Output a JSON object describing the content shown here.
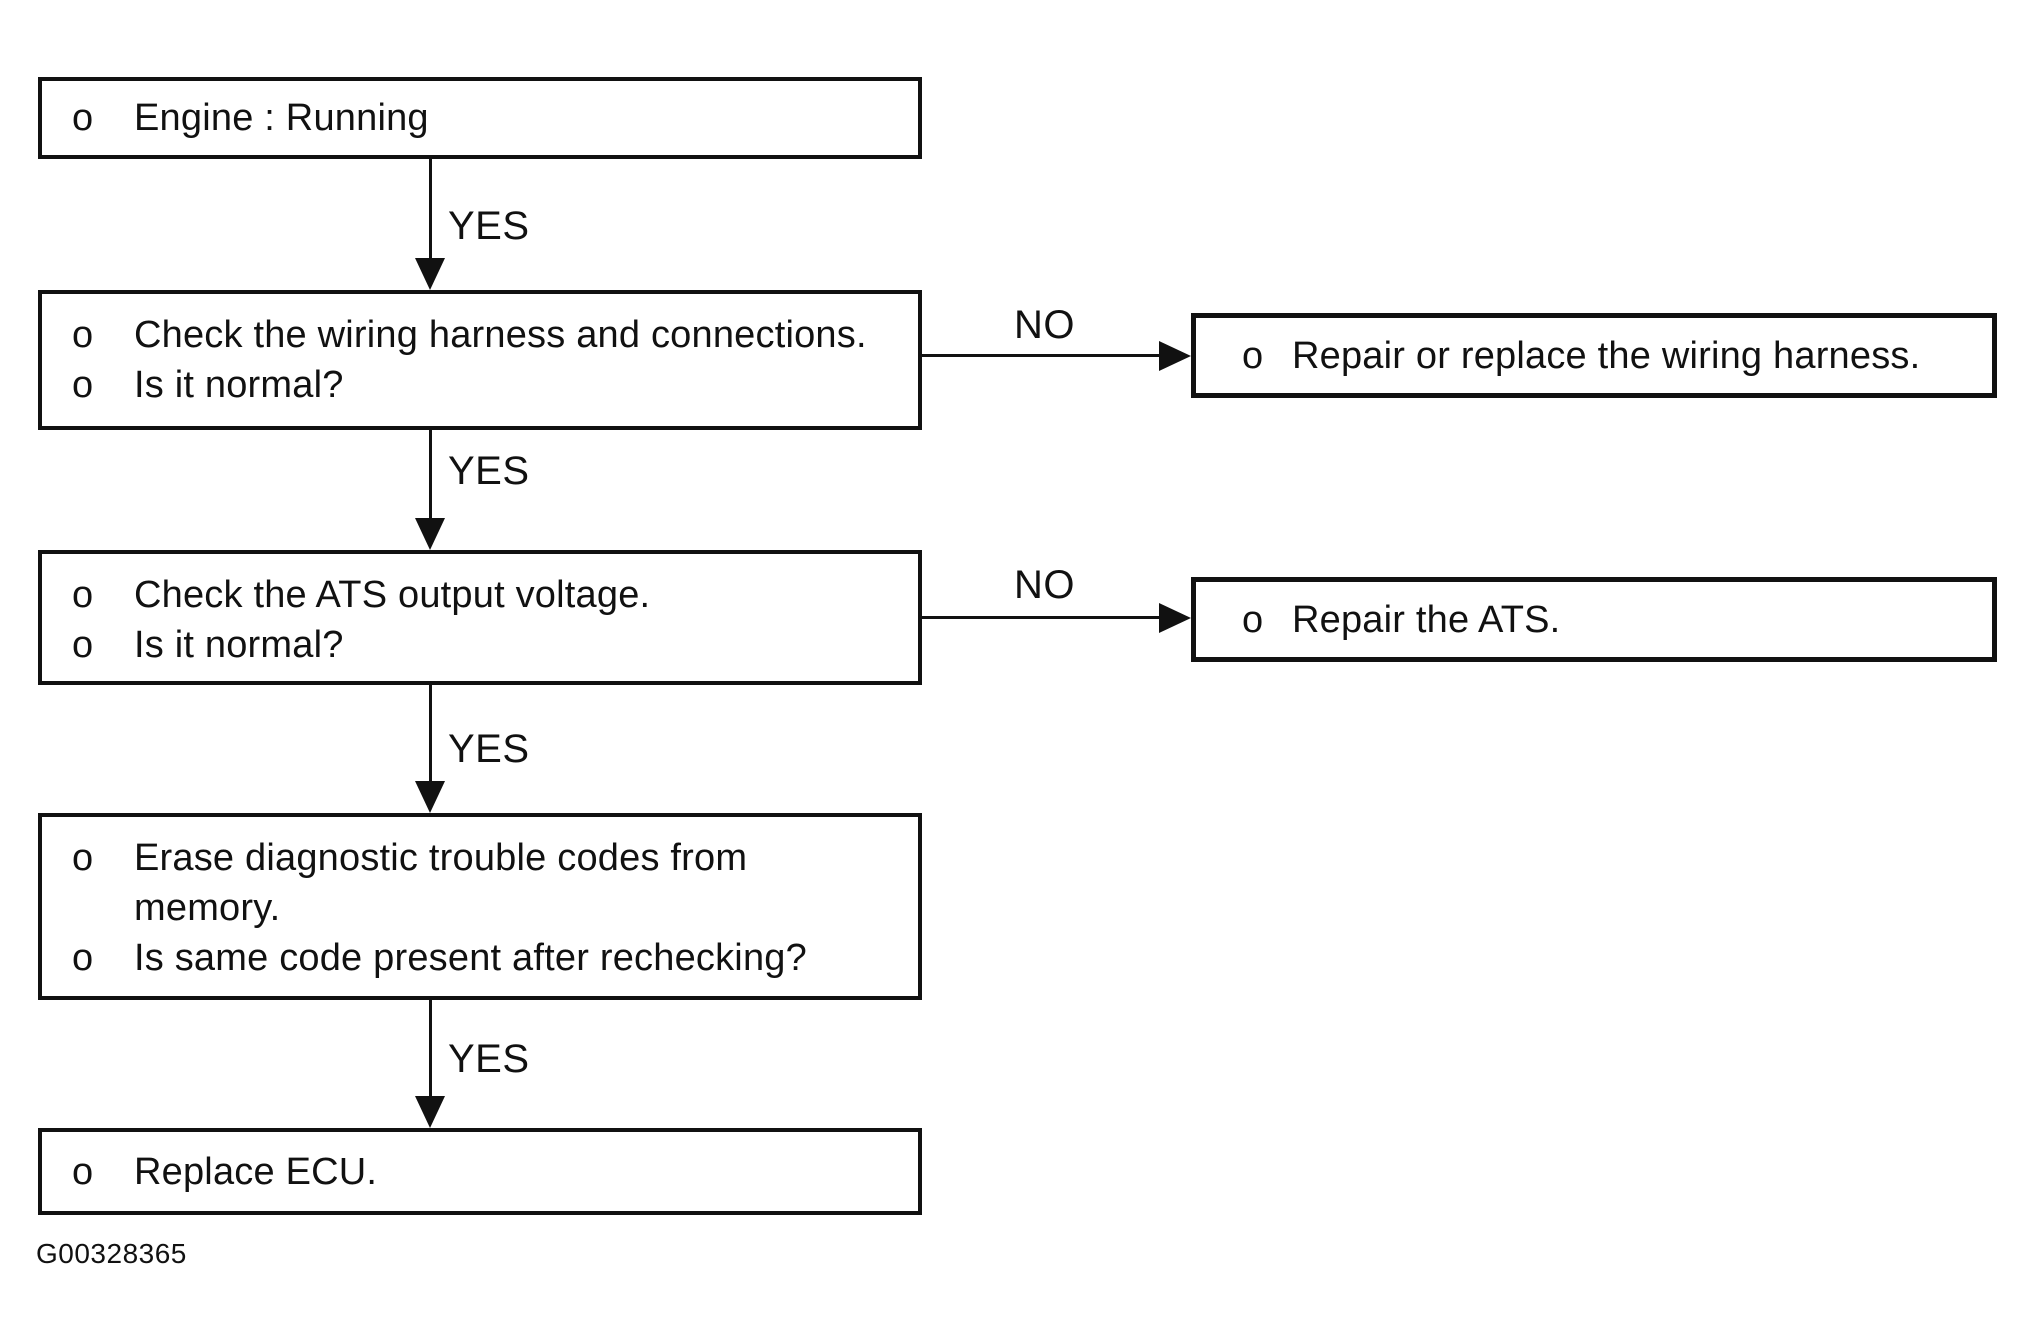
{
  "figure_label": "G00328365",
  "bullet_char": "o",
  "colors": {
    "ink": "#111111",
    "background": "#ffffff"
  },
  "chart_type": "flowchart",
  "nodes": {
    "engine": {
      "rows": [
        {
          "bullet": true,
          "text": "Engine : Running"
        }
      ]
    },
    "check_wiring": {
      "rows": [
        {
          "bullet": true,
          "text": "Check the wiring harness and connections."
        },
        {
          "bullet": true,
          "text": "Is it normal?"
        }
      ]
    },
    "repair_wiring": {
      "rows": [
        {
          "bullet": true,
          "text": "Repair or replace the wiring harness."
        }
      ]
    },
    "check_ats": {
      "rows": [
        {
          "bullet": true,
          "text": "Check the ATS output voltage."
        },
        {
          "bullet": true,
          "text": "Is it normal?"
        }
      ]
    },
    "repair_ats": {
      "rows": [
        {
          "bullet": true,
          "text": "Repair the ATS."
        }
      ]
    },
    "erase_codes": {
      "rows": [
        {
          "bullet": true,
          "text": "Erase diagnostic trouble codes from"
        },
        {
          "bullet": false,
          "text": "memory."
        },
        {
          "bullet": true,
          "text": "Is same code present after rechecking?"
        }
      ]
    },
    "replace_ecu": {
      "rows": [
        {
          "bullet": true,
          "text": "Replace ECU."
        }
      ]
    }
  },
  "edges": [
    {
      "from": "engine",
      "to": "check_wiring",
      "label": "YES",
      "direction": "down"
    },
    {
      "from": "check_wiring",
      "to": "repair_wiring",
      "label": "NO",
      "direction": "right"
    },
    {
      "from": "check_wiring",
      "to": "check_ats",
      "label": "YES",
      "direction": "down"
    },
    {
      "from": "check_ats",
      "to": "repair_ats",
      "label": "NO",
      "direction": "right"
    },
    {
      "from": "check_ats",
      "to": "erase_codes",
      "label": "YES",
      "direction": "down"
    },
    {
      "from": "erase_codes",
      "to": "replace_ecu",
      "label": "YES",
      "direction": "down"
    }
  ]
}
